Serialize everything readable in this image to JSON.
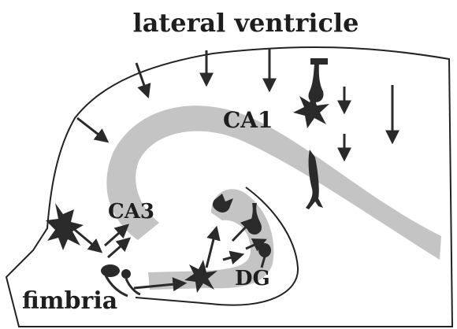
{
  "labels": {
    "title": "lateral ventricle",
    "ca1": "CA1",
    "ca3": "CA3",
    "dg": "DG",
    "fimbria": "fimbria"
  },
  "colors": {
    "ink": "#2a2a2a",
    "cell_layer": "#c4c4c4",
    "outline": "#222222",
    "background": "#ffffff"
  }
}
